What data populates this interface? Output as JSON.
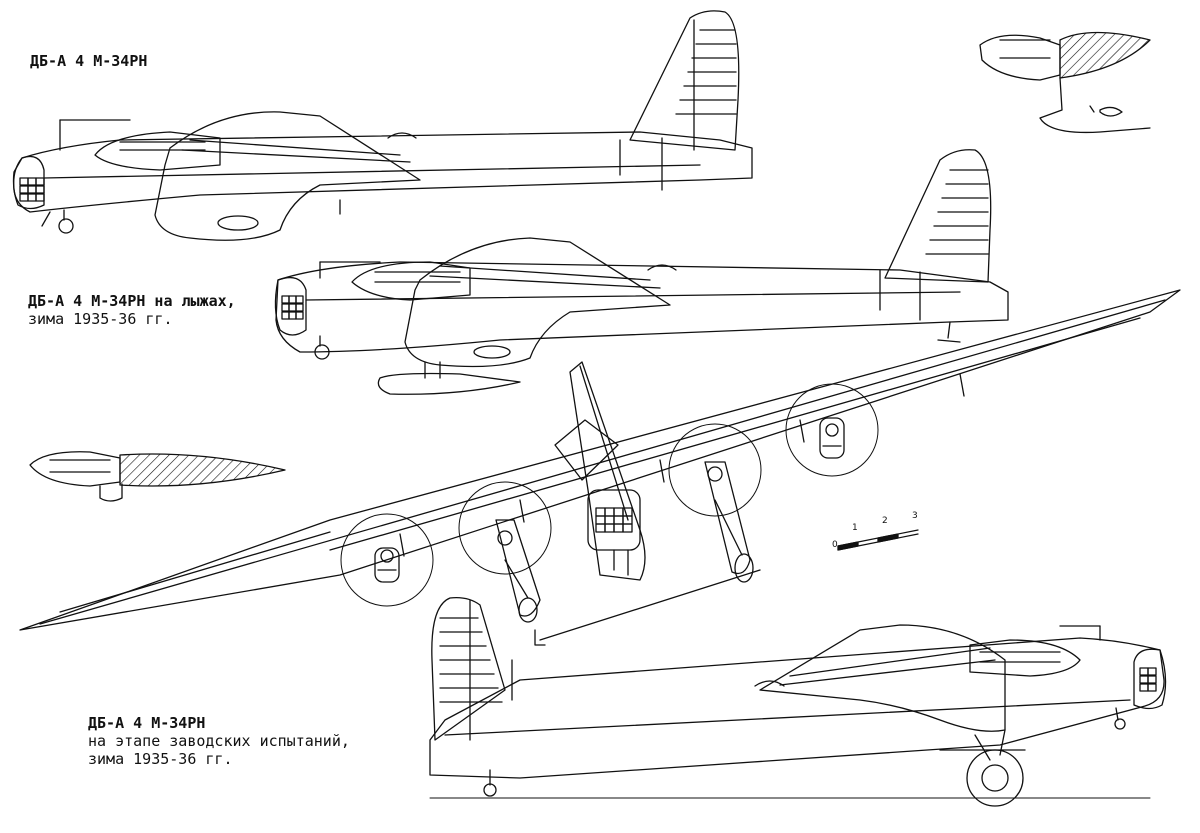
{
  "captions": {
    "c1": {
      "title": "ДБ-А 4 М-34РН"
    },
    "c2": {
      "title": "ДБ-А 4 М-34РН на лыжах,",
      "line2": "зима 1935-36 гг."
    },
    "c3": {
      "title": "ДБ-А 4 М-34РН",
      "line2": "на этапе заводских испытаний,",
      "line3": "зима 1935-36 гг."
    }
  },
  "scale_bar": {
    "ticks": [
      "0",
      "1",
      "2",
      "3"
    ]
  },
  "colors": {
    "ink": "#111111",
    "paper": "#ffffff"
  }
}
